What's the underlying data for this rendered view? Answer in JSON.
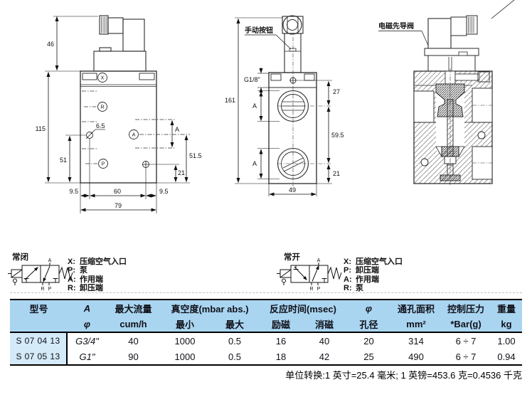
{
  "drawing_left": {
    "ports": {
      "x": "X",
      "r": "R",
      "a": "A",
      "p": "P"
    },
    "dims": {
      "h46": "46",
      "h115": "115",
      "h51": "51",
      "hole": "6.5",
      "a": "A",
      "h51_5": "51.5",
      "h21": "21",
      "w9_5l": "9.5",
      "w60": "60",
      "w9_5r": "9.5",
      "w79": "79"
    }
  },
  "drawing_middle": {
    "manual_button_label": "手动按钮",
    "dims": {
      "h161": "161",
      "g18": "G1/8\"",
      "a_top": "A",
      "a_bottom": "A",
      "h27": "27",
      "h59_5": "59.5",
      "h21": "21",
      "w49": "49"
    }
  },
  "drawing_right": {
    "pilot_valve_label": "电磁先导阀"
  },
  "schematic_nc": {
    "title": "常闭",
    "ports": {
      "a": "A",
      "r": "R",
      "p": "P"
    },
    "legend": [
      {
        "key": "X:",
        "label": "压缩空气入口"
      },
      {
        "key": "P:",
        "label": "泵"
      },
      {
        "key": "A:",
        "label": "作用端"
      },
      {
        "key": "R:",
        "label": "卸压端"
      }
    ]
  },
  "schematic_no": {
    "title": "常开",
    "ports": {
      "a": "A",
      "r": "R",
      "p": "P"
    },
    "legend": [
      {
        "key": "X:",
        "label": "压缩空气入口"
      },
      {
        "key": "P:",
        "label": "卸压端"
      },
      {
        "key": "A:",
        "label": "作用端"
      },
      {
        "key": "R:",
        "label": "泵"
      }
    ]
  },
  "table": {
    "header_row1": {
      "model": "型号",
      "a": "A",
      "max_flow": "最大流量",
      "vacuum": "真空度(mbar abs.)",
      "response": "反应时间(msec)",
      "phi": "φ",
      "orifice": "通孔面积",
      "control": "控制压力",
      "weight": "重量"
    },
    "header_row2": {
      "phi": "φ",
      "flow_unit": "cum/h",
      "min": "最小",
      "max": "最大",
      "energize": "励磁",
      "deenergize": "消磁",
      "bore": "孔径",
      "area_unit": "mm²",
      "pressure_unit": "*Bar(g)",
      "weight_unit": "kg"
    },
    "rows": [
      {
        "model": "S 07 04 13",
        "a": "G3/4\"",
        "flow": "40",
        "vac_min": "1000",
        "vac_max": "0.5",
        "t_on": "16",
        "t_off": "40",
        "bore": "20",
        "area": "314",
        "pressure": "6 ÷ 7",
        "weight": "1.00"
      },
      {
        "model": "S 07 05 13",
        "a": "G1\"",
        "flow": "90",
        "vac_min": "1000",
        "vac_max": "0.5",
        "t_on": "18",
        "t_off": "42",
        "bore": "25",
        "area": "490",
        "pressure": "6 ÷ 7",
        "weight": "0.94"
      }
    ],
    "footer": "单位转换:1 英寸=25.4 毫米; 1 英镑=453.6 克=0.4536 千克"
  },
  "colors": {
    "header_bg": "#a9d5f1",
    "model_col_bg": "#d4eaf8",
    "table_border": "#000000",
    "line": "#2a2a2a"
  }
}
